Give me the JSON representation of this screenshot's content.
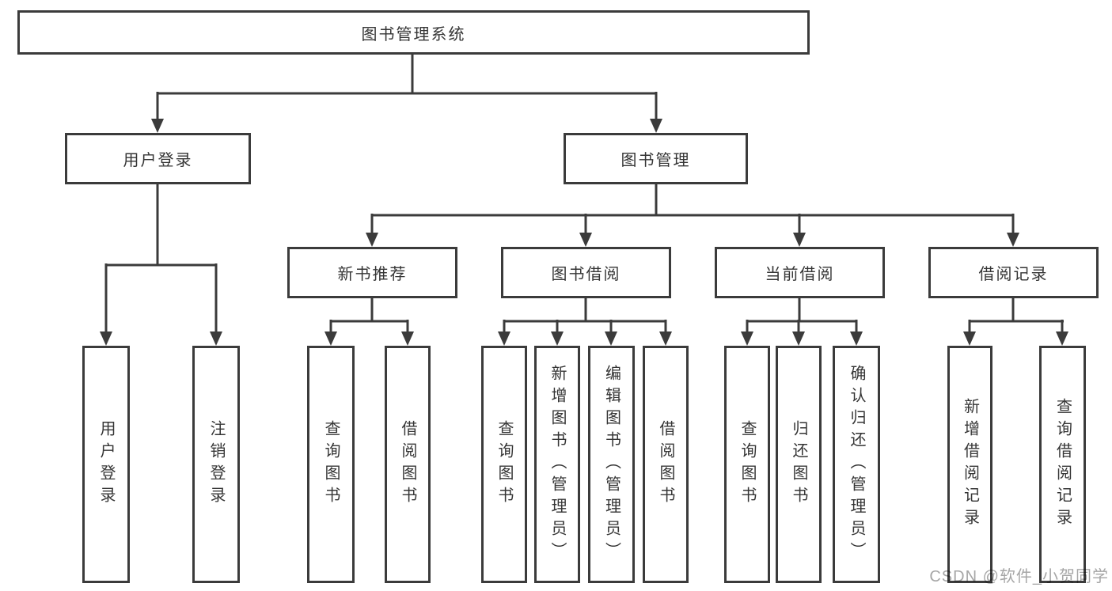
{
  "nodes": {
    "root": "图书管理系统",
    "level2": [
      "用户登录",
      "图书管理"
    ],
    "level3": [
      "新书推荐",
      "图书借阅",
      "当前借阅",
      "借阅记录"
    ],
    "leaves": [
      "用户登录",
      "注销登录",
      "查询图书",
      "借阅图书",
      "查询图书",
      "新增图书（管理员）",
      "编辑图书（管理员）",
      "借阅图书",
      "查询图书",
      "归还图书",
      "确认归还（管理员）",
      "新增借阅记录",
      "查询借阅记录"
    ]
  },
  "watermark": "CSDN @软件_小贺同学",
  "colors": {
    "line": "#3b3b3b",
    "text": "#353535",
    "watermark": "#a6a6a6",
    "background": "#ffffff"
  }
}
